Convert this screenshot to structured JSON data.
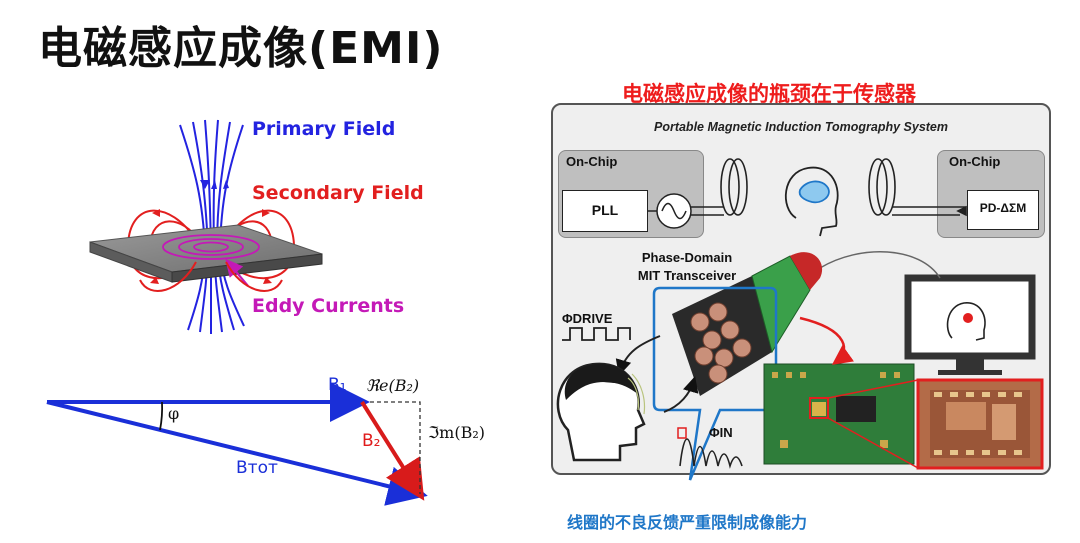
{
  "title": "电磁感应成像(EMI)",
  "left_diagram": {
    "primary_field": "Primary Field",
    "secondary_field": "Secondary Field",
    "eddy_currents": "Eddy Currents"
  },
  "vector_diagram": {
    "b1": "B₁",
    "re_b2": "ℜe(B₂)",
    "im_b2": "ℑm(B₂)",
    "b2": "B₂",
    "btot": "Bᴛᴏᴛ",
    "phi": "φ"
  },
  "right_diagram": {
    "bottleneck_title": "电磁感应成像的瓶颈在于传感器",
    "system_title": "Portable Magnetic Induction Tomography System",
    "onchip_left": "On-Chip",
    "onchip_right": "On-Chip",
    "pll": "PLL",
    "pd_sigma_delta": "PD-ΔΣM",
    "transceiver_line1": "Phase-Domain",
    "transceiver_line2": "MIT Transceiver",
    "phi_drive": "ΦDRIVE",
    "phi_in": "ΦIN",
    "coil_caption": "线圈的不良反馈严重限制成像能力"
  },
  "colors": {
    "primary_field": "#2323e0",
    "secondary_field": "#e21f1f",
    "eddy_currents": "#c419b7",
    "bottleneck_title": "#ee1c1c",
    "highlight_box": "#1f77c8"
  }
}
